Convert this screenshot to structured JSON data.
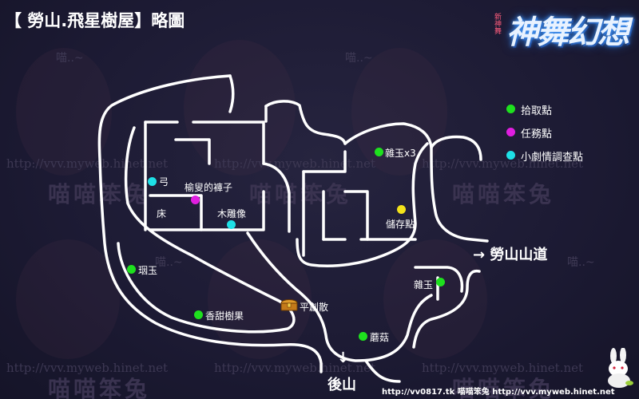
{
  "title": "【 勞山.飛星樹屋】略圖",
  "logo": {
    "text": "神舞幻想",
    "sub": "新神舞",
    "reg": "®"
  },
  "watermarks": {
    "url": "http://vvv.myweb.hinet.net",
    "cat": "喵喵笨兔",
    "meow": "喵..~"
  },
  "legend": [
    {
      "color": "green",
      "label": "拾取點"
    },
    {
      "color": "magenta",
      "label": "任務點"
    },
    {
      "color": "cyan",
      "label": "小劇情調查點"
    }
  ],
  "points": {
    "bow": {
      "label": "弓",
      "type": "cyan"
    },
    "pants": {
      "label": "榆叟的褲子",
      "type": "magenta"
    },
    "statue": {
      "label": "木雕像",
      "type": "cyan"
    },
    "bed": {
      "label": "床"
    },
    "jade3": {
      "label": "雜玉x3",
      "type": "green"
    },
    "storage": {
      "label": "儲存點",
      "type": "yellow"
    },
    "shanjade": {
      "label": "珚玉",
      "type": "green"
    },
    "chest": {
      "label": "平創散",
      "type": "chest"
    },
    "fruit": {
      "label": "香甜樹果",
      "type": "green"
    },
    "mushroom": {
      "label": "蘑菇",
      "type": "green"
    },
    "jade": {
      "label": "雜玉",
      "type": "green"
    }
  },
  "exits": {
    "road": {
      "label": "勞山山道",
      "arrow": "→"
    },
    "back": {
      "label": "後山",
      "arrow": "↓"
    }
  },
  "footer": "http://vv0817.tk 喵喵笨兔 http://vvv.myweb.hinet.net"
}
